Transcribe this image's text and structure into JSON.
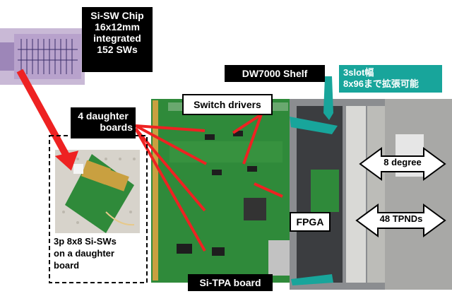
{
  "labels": {
    "chip": [
      "Si-SW Chip",
      "16x12mm",
      "integrated",
      "152 SWs"
    ],
    "daughter": [
      "4 daughter",
      "boards"
    ],
    "switch_drivers": "Switch drivers",
    "shelf": "DW7000 Shelf",
    "slot": [
      "3slot幅",
      "8x96まで拡張可能"
    ],
    "degree": "8 degree",
    "fpga": "FPGA",
    "tpnds": "48 TPNDs",
    "caption": [
      "3p 8x8 Si-SWs",
      "on a daughter",
      "board"
    ],
    "tpa": "Si-TPA board"
  },
  "colors": {
    "arrow_red": "#ee2222",
    "arrow_teal": "#18a59b",
    "board_green": "#2f8a3a"
  }
}
